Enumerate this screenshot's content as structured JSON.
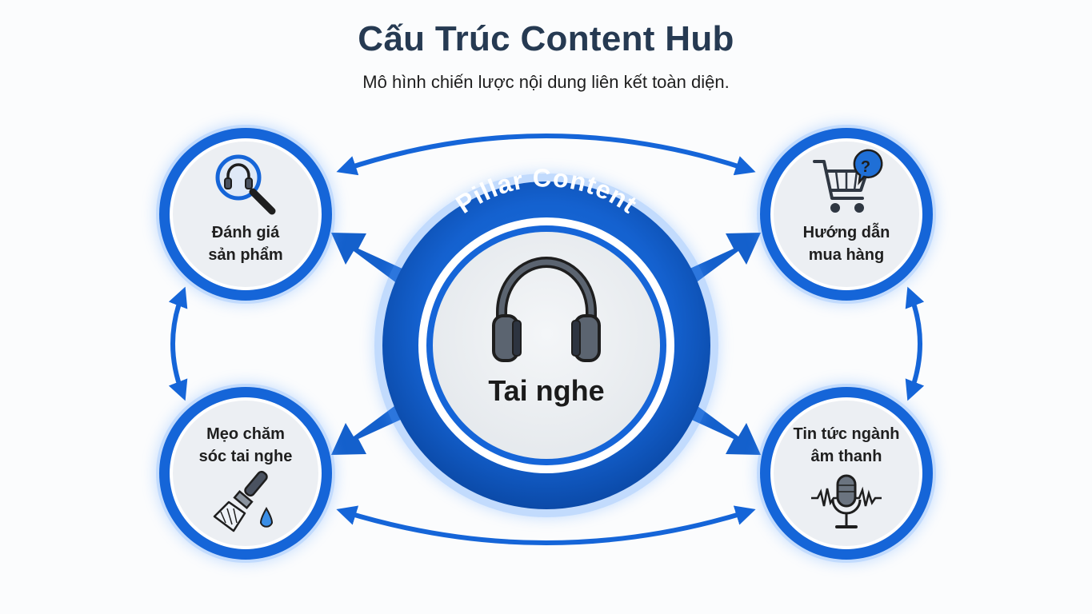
{
  "header": {
    "title": "Cấu Trúc Content Hub",
    "subtitle": "Mô hình chiến lược nội dung liên kết toàn diện."
  },
  "hub": {
    "ring_label": "Pillar Content",
    "label": "Tai nghe",
    "icon": "headphones-icon"
  },
  "spokes": [
    {
      "id": "top-left",
      "line1": "Đánh giá",
      "line2": "sản phẩm",
      "icon": "headphones-magnifier-icon"
    },
    {
      "id": "top-right",
      "line1": "Hướng dẫn",
      "line2": "mua hàng",
      "icon": "shopping-cart-question-icon"
    },
    {
      "id": "bottom-left",
      "line1": "Mẹo chăm",
      "line2": "sóc tai nghe",
      "icon": "cleaning-brush-icon"
    },
    {
      "id": "bottom-right",
      "line1": "Tin tức ngành",
      "line2": "âm thanh",
      "icon": "microphone-soundwave-icon"
    }
  ],
  "colors": {
    "primary_blue": "#1565d8",
    "dark_blue": "#0d47a1",
    "glow_blue": "#5aa0ff",
    "node_fill": "#eceff3",
    "title_color": "#263a52",
    "icon_dark": "#2f3742",
    "drop_blue": "#3a8ee6"
  }
}
